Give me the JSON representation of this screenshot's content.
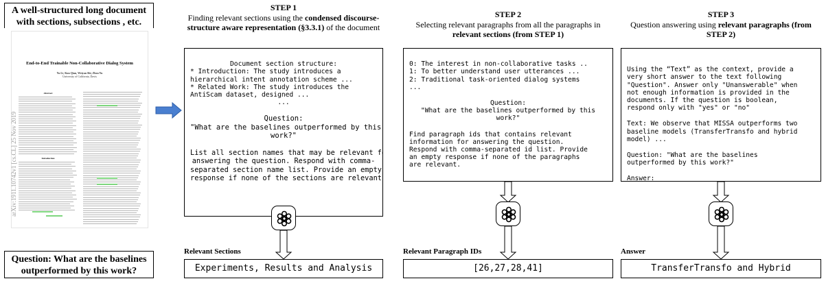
{
  "input": {
    "doc_caption": "A well-structured long document with sections, subsections , etc.",
    "paper_title": "End-to-End Trainable Non-Collaborative Dialog System",
    "paper_authors": "Yu Li, Kun Qian, Weiyan Shi, Zhou Yu",
    "paper_affiliation": "University of California, Davis",
    "paper_abstract_heading": "Abstract",
    "paper_intro_heading": "Introduction",
    "arxiv_id": "arXiv:1911.10742v1  [cs.CL]  25 Nov 2019",
    "question": "Question: What are the baselines outperformed by this work?"
  },
  "steps": [
    {
      "number": "STEP 1",
      "line1": "Finding relevant sections using the ",
      "bold1": "condensed discourse-structure aware representation (§3.3.1)",
      "line2": " of the document",
      "panel_top": "Document section structure:",
      "panel_items": "* Introduction: The study introduces a\nhierarchical intent annotation scheme ...\n* Related Work: The study introduces the\nAntiScam dataset, designed ...",
      "ellipsis": "...",
      "question": "Question:\n\"What are the baselines outperformed by this\nwork?\"",
      "instruction": "List all section names that may be relevant for\nanswering the question. Respond with comma-\nseparated section name list. Provide an empty\nresponse if none of the sections are relevant.",
      "output_label": "Relevant Sections",
      "output_value": "Experiments, Results and Analysis"
    },
    {
      "number": "STEP 2",
      "line1": "Selecting relevant paragraphs from all the paragraphs in ",
      "bold1": "relevant sections (from STEP 1)",
      "paragraphs": "0: The interest in non-collaborative tasks ..\n1: To better understand user utterances ...\n2: Traditional task-oriented dialog systems\n...",
      "question": "Question:\n\"What are the baselines outperformed by this\nwork?\"",
      "instruction": "Find paragraph ids that contains relevant\ninformation for answering the question.\nRespond with comma-separated id list. Provide\nan empty response if none of the paragraphs\nare relevant.",
      "output_label": "Relevant Paragraph IDs",
      "output_value": "[26,27,28,41]"
    },
    {
      "number": "STEP 3",
      "line1": "Question answering using ",
      "bold1": "relevant paragraphs (from STEP 2)",
      "instruction": "Using the “Text” as the context, provide a\nvery short answer to the text following\n\"Question\". Answer only \"Unanswerable\" when\nnot enough information is provided in the\ndocuments. If the question is boolean,\nrespond only with \"yes\" or \"no\"",
      "text": "Text: We observe that MISSA outperforms two\nbaseline models (TransferTransfo and hybrid\nmodel) ...",
      "question": "Question: \"What are the baselines\noutperformed by this work?\"",
      "answer_prompt": "Answer:",
      "output_label": "Answer",
      "output_value": "TransferTransfo and Hybrid"
    }
  ],
  "icons": {
    "model": "openai-logo-icon",
    "flow": "arrow-icon"
  },
  "colors": {
    "highlight": "#7ed67e",
    "arrow_blue": "#4a7fd0"
  }
}
